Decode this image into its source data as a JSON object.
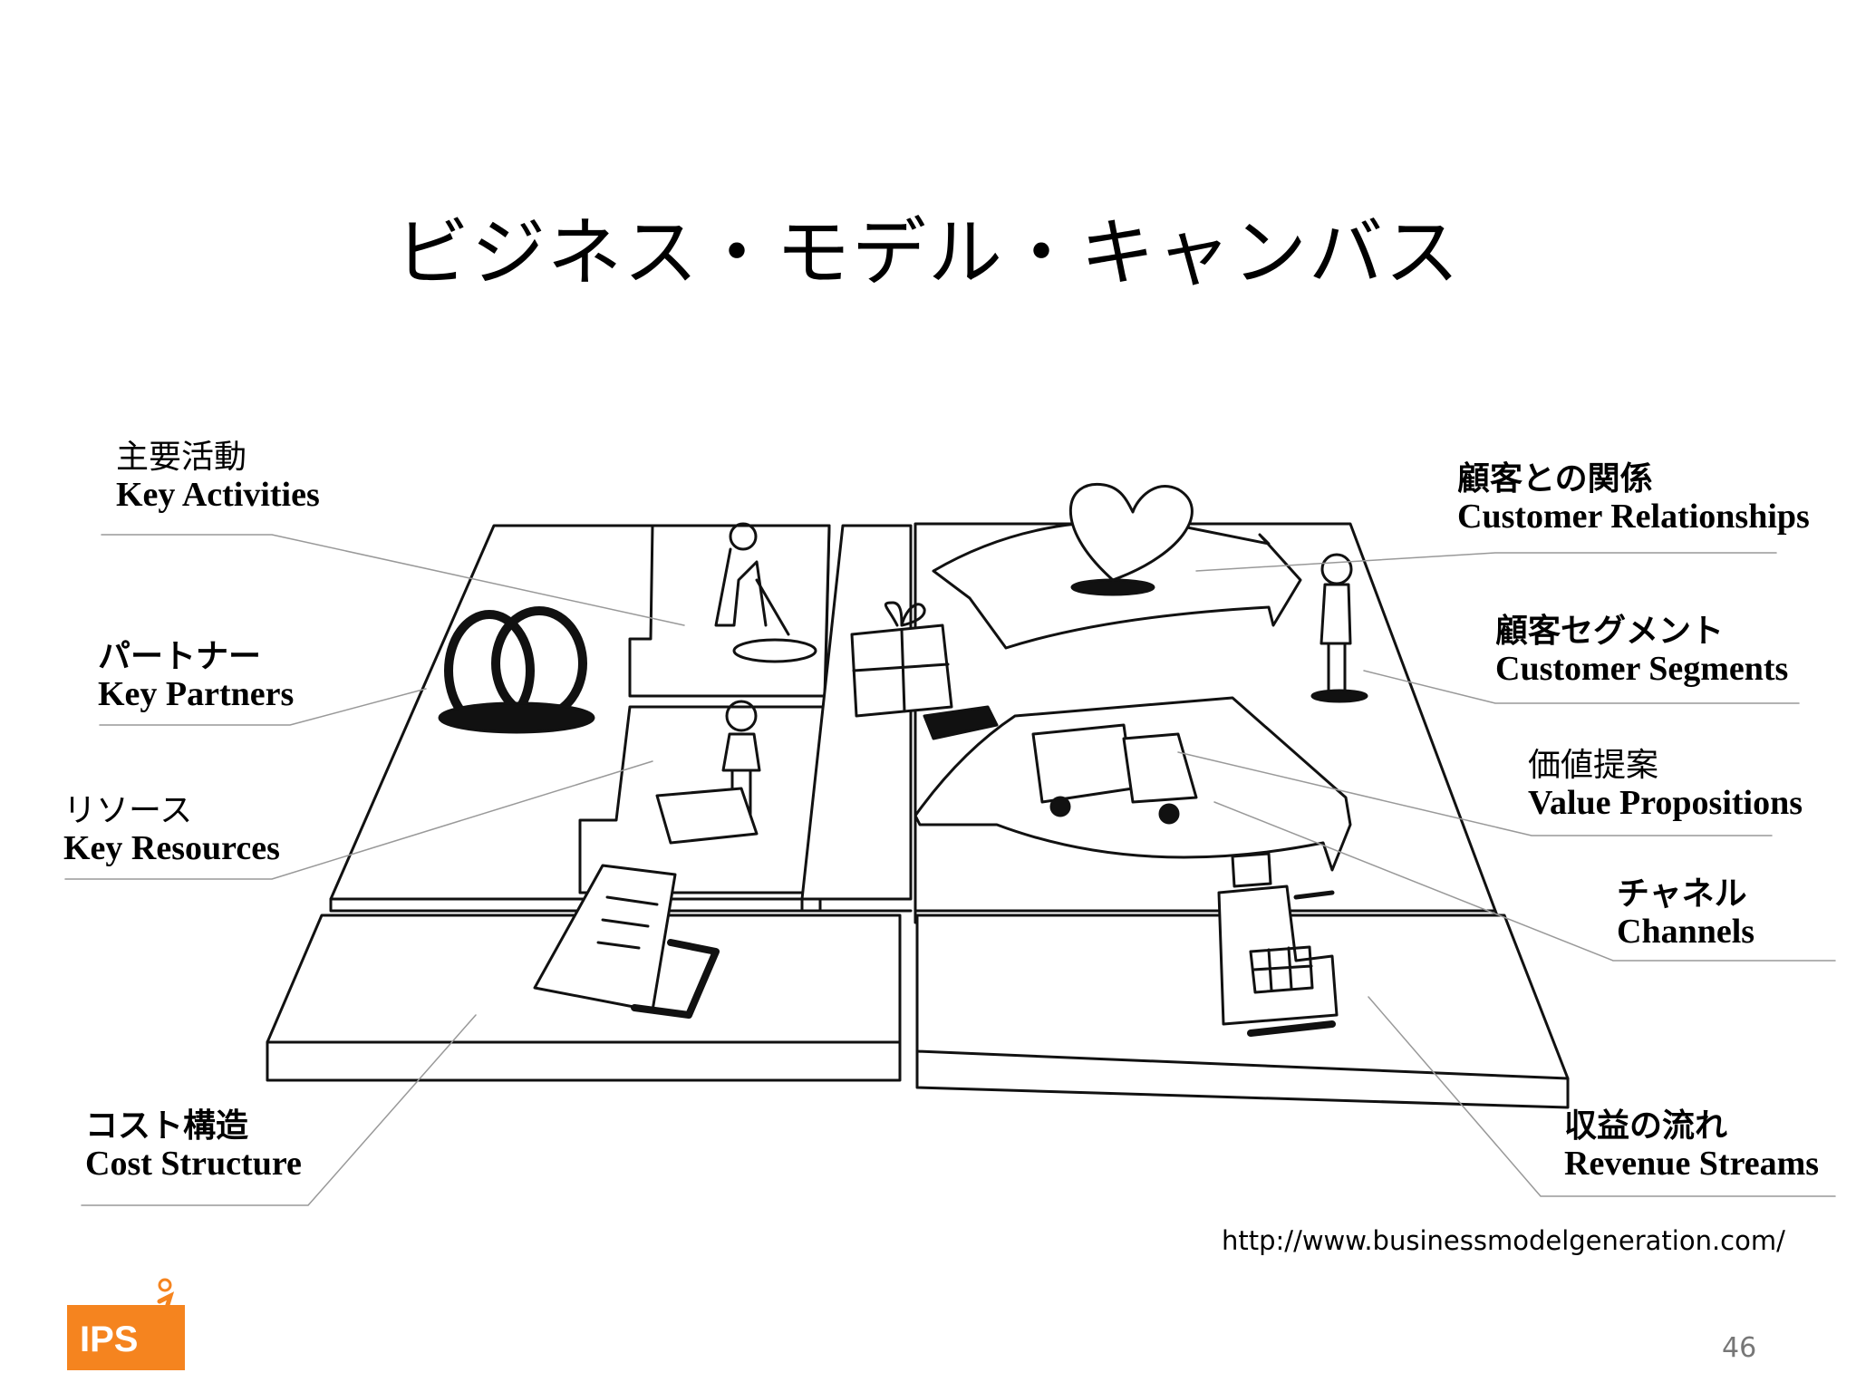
{
  "title": "ビジネス・モデル・キャンバス",
  "labels": {
    "key_activities": {
      "jp": "主要活動",
      "en": "Key Activities"
    },
    "key_partners": {
      "jp": "パートナー",
      "en": "Key Partners"
    },
    "key_resources": {
      "jp": "リソース",
      "en": "Key Resources"
    },
    "cost_structure": {
      "jp": "コスト構造",
      "en": "Cost Structure"
    },
    "customer_relationships": {
      "jp": "顧客との関係",
      "en": "Customer Relationships"
    },
    "customer_segments": {
      "jp": "顧客セグメント",
      "en": "Customer Segments"
    },
    "value_propositions": {
      "jp": "価値提案",
      "en": "Value Propositions"
    },
    "channels": {
      "jp": "チャネル",
      "en": "Channels"
    },
    "revenue_streams": {
      "jp": "収益の流れ",
      "en": "Revenue Streams"
    }
  },
  "url": "http://www.businessmodelgeneration.com/",
  "page_number": "46",
  "logo": {
    "text": "IPS",
    "color": "#f5841f"
  }
}
